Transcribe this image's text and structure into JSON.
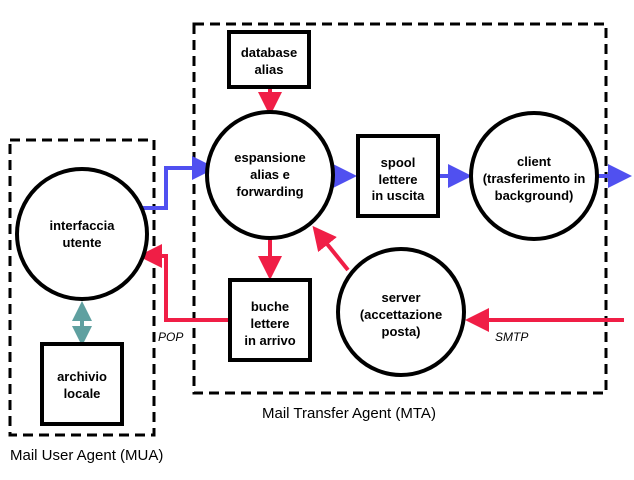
{
  "colors": {
    "blue_flow": "#5050f0",
    "red_flow": "#f01e46",
    "teal_link": "#5fa0a0"
  },
  "groups": {
    "mua": "Mail User Agent (MUA)",
    "mta": "Mail Transfer Agent (MTA)"
  },
  "nodes": {
    "interfaccia": [
      "interfaccia",
      "utente"
    ],
    "archivio": [
      "archivio",
      "locale"
    ],
    "database": [
      "database",
      "alias"
    ],
    "espansione": [
      "espansione",
      "alias e",
      "forwarding"
    ],
    "spool": [
      "spool",
      "lettere",
      "in uscita"
    ],
    "client": [
      "client",
      "(trasferimento in",
      "background)"
    ],
    "buche": [
      "buche",
      "lettere",
      "in arrivo"
    ],
    "server": [
      "server",
      "(accettazione",
      "posta)"
    ]
  },
  "protocols": {
    "pop": "POP",
    "smtp": "SMTP"
  }
}
